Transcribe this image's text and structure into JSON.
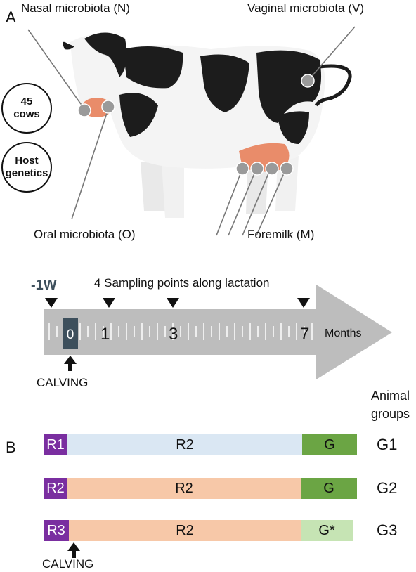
{
  "panel_a": {
    "letter": "A",
    "labels": {
      "nasal": "Nasal microbiota (N)",
      "vaginal": "Vaginal microbiota (V)",
      "oral": "Oral microbiota (O)",
      "milk": "Foremilk (M)"
    },
    "circles": {
      "cows": [
        "45",
        "cows"
      ],
      "genetics": [
        "Host",
        "genetics"
      ]
    }
  },
  "timeline": {
    "pre_point": "-1W",
    "title": "4  Sampling points along lactation",
    "ticks": [
      "0",
      "1",
      "3",
      "7"
    ],
    "unit": "Months",
    "calving": "CALVING"
  },
  "panel_b": {
    "letter": "B",
    "header": [
      "Animal",
      "groups"
    ],
    "rows": [
      {
        "start": "R1",
        "middle": "R2",
        "end": "G",
        "group": "G1"
      },
      {
        "start": "R2",
        "middle": "R2",
        "end": "G",
        "group": "G2"
      },
      {
        "start": "R3",
        "middle": "R2",
        "end": "G*",
        "group": "G3"
      }
    ],
    "calving": "CALVING"
  },
  "colors": {
    "purple": "#7a2ea0",
    "light_blue": "#dae7f3",
    "peach": "#f7c8a8",
    "green": "#6ba544",
    "light_green": "#c6e4b4",
    "arrow_gray": "#bdbdbd",
    "dark_slate": "#3d4f5c",
    "sample_dot": "#9a9a9a",
    "udder": "#e98c6a"
  }
}
